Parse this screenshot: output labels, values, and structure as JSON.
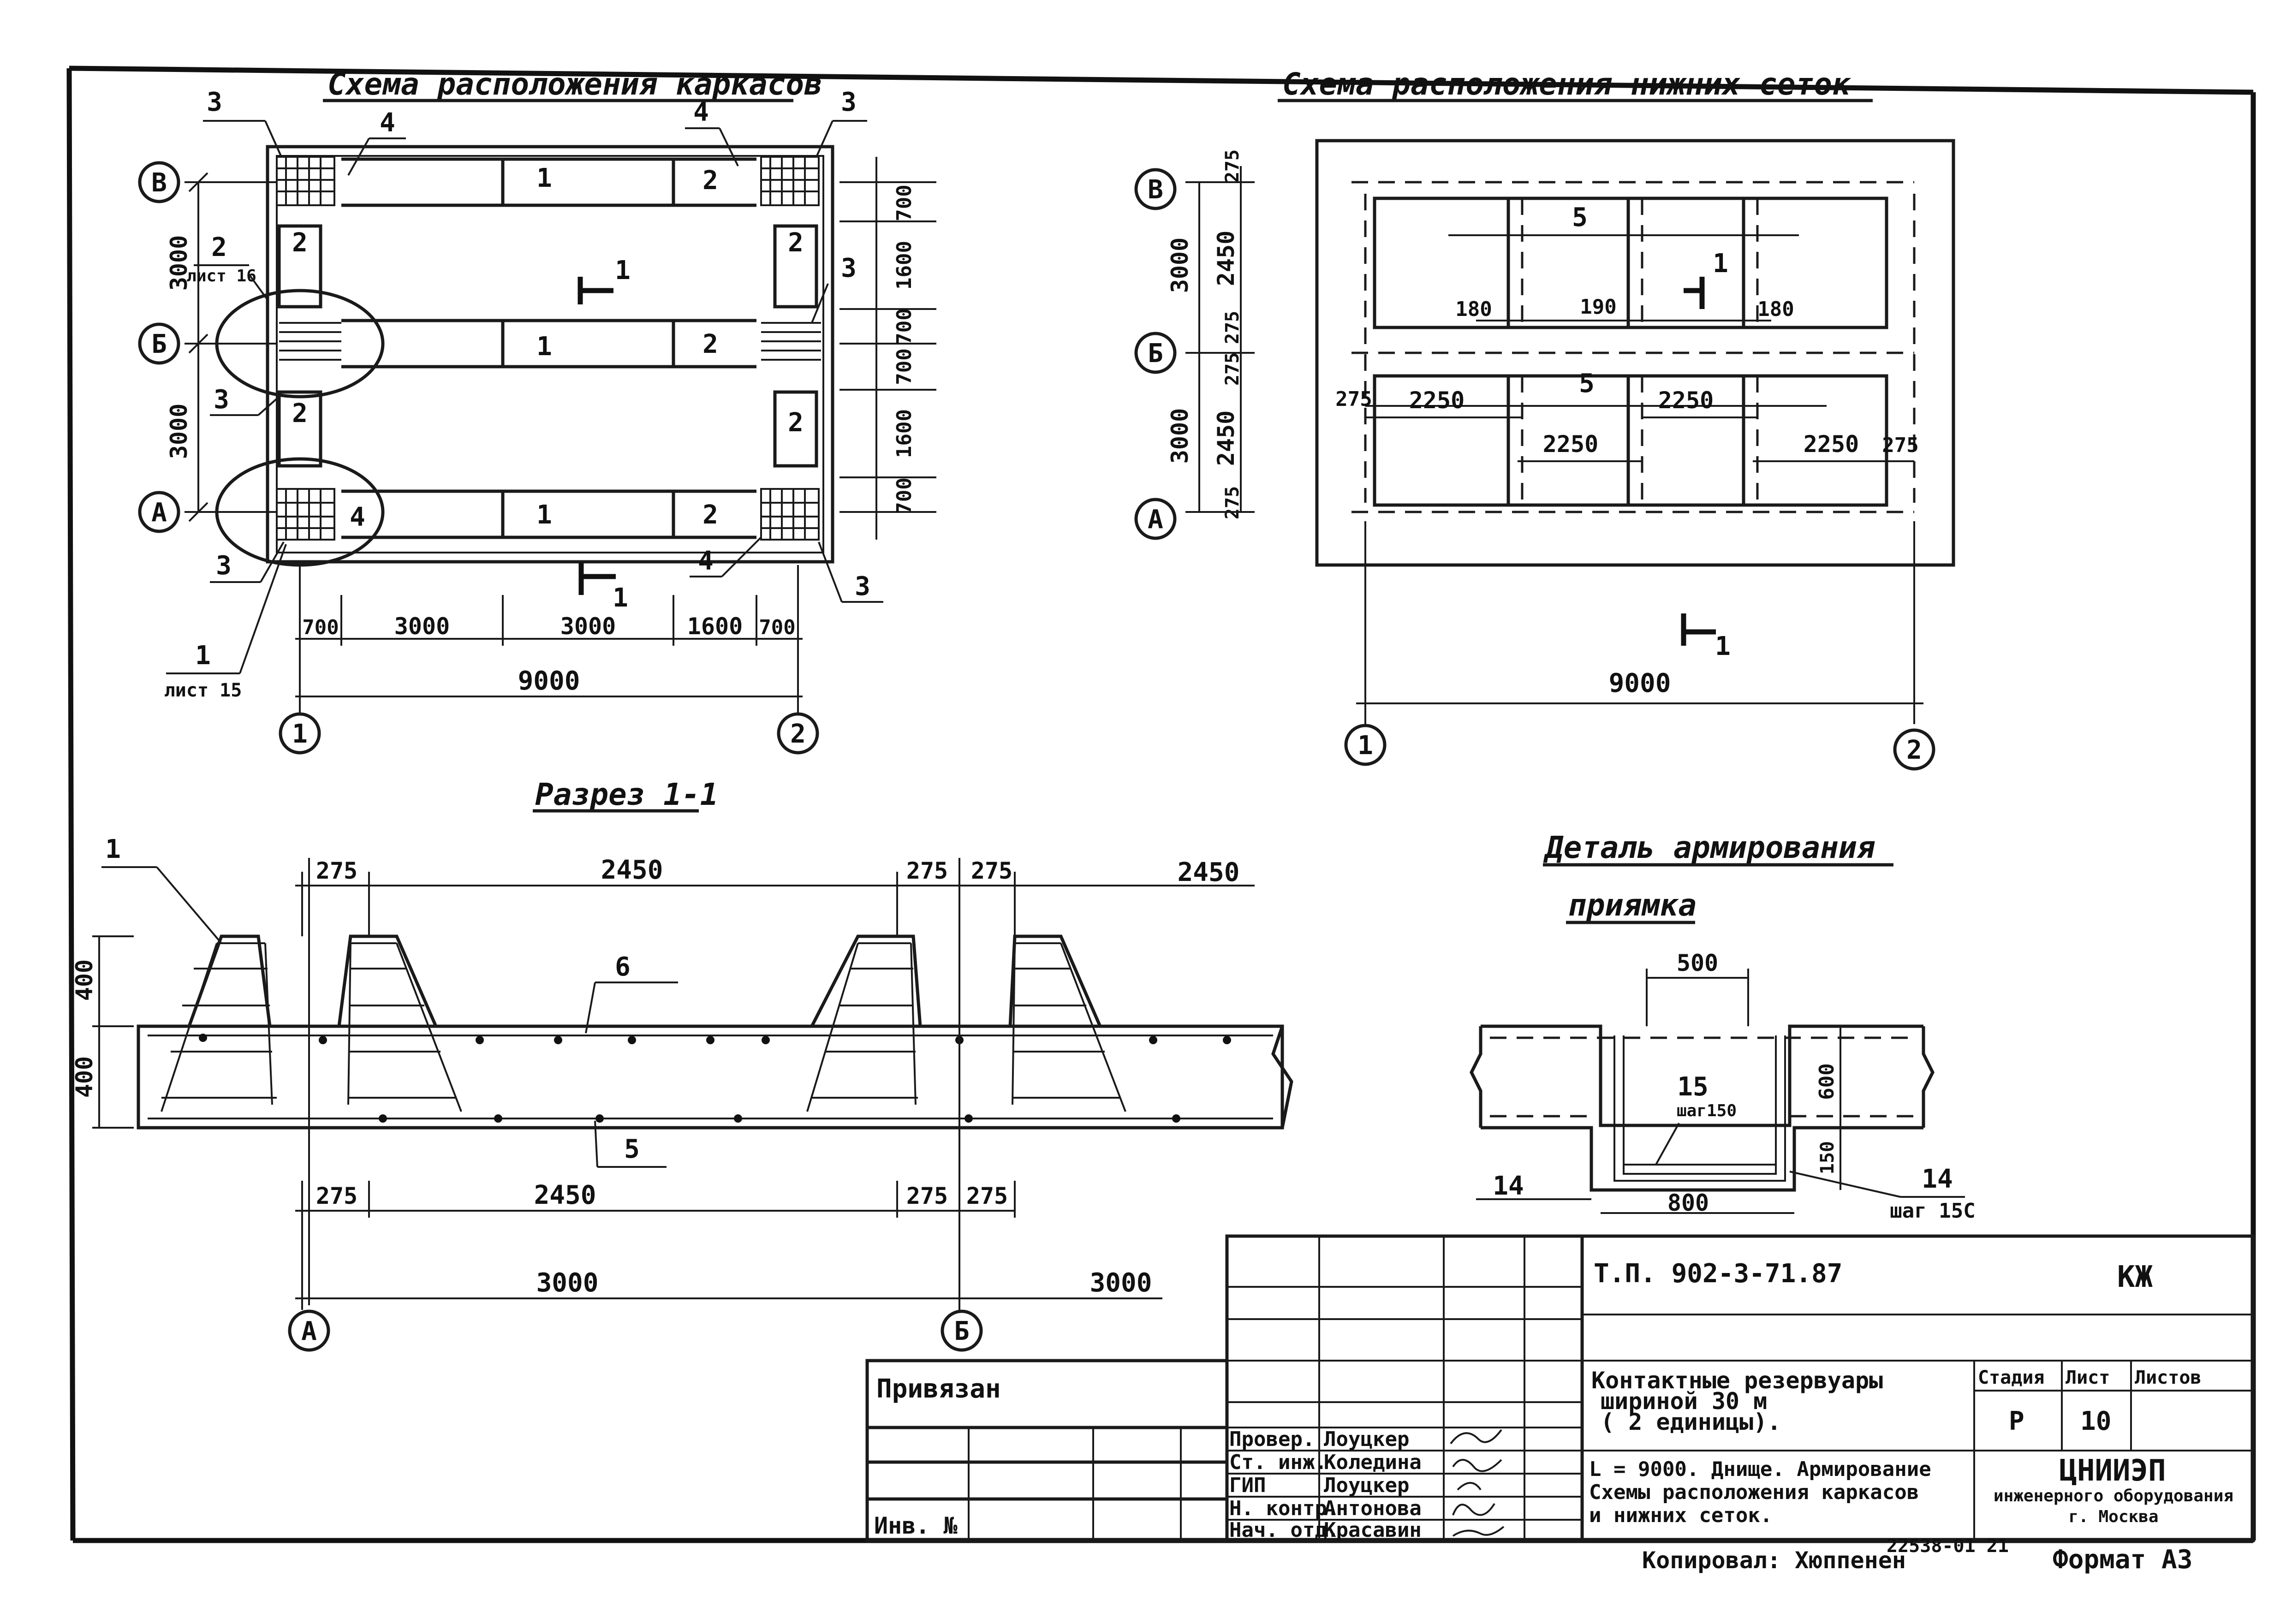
{
  "views": {
    "frames_plan": {
      "title": "Схема расположения каркасов",
      "axes_rows": [
        "В",
        "Б",
        "А"
      ],
      "axes_cols": [
        "1",
        "2"
      ],
      "dims_bottom": [
        "700",
        "3000",
        "3000",
        "1600",
        "700"
      ],
      "dim_total": "9000",
      "dims_left": [
        "3000",
        "3000"
      ],
      "dims_right": [
        "700",
        "1600",
        "700",
        "700",
        "1600",
        "700"
      ],
      "ref_sheet16_num": "2",
      "ref_sheet16_label": "лист 16",
      "ref_sheet15_num": "1",
      "ref_sheet15_label": "лист 15",
      "marks": {
        "m1": "1",
        "m2": "2",
        "m3": "3",
        "m4": "4"
      },
      "section_mark": "1"
    },
    "meshes_plan": {
      "title": "Схема расположения нижних сеток",
      "axes_rows": [
        "В",
        "Б",
        "А"
      ],
      "axes_cols": [
        "1",
        "2"
      ],
      "dims_left_outer": [
        "3000",
        "3000"
      ],
      "dims_left_inner": [
        "275",
        "2450",
        "275",
        "275",
        "2450",
        "275"
      ],
      "dims_top_row": [
        "180",
        "190",
        "180"
      ],
      "dims_bottom_row": [
        "275",
        "2250",
        "2250",
        "2250",
        "2250",
        "275"
      ],
      "mesh_mark": "5",
      "dim_total": "9000",
      "section_mark": "1"
    },
    "section": {
      "title": "Разрез 1-1",
      "dims_top": [
        "275",
        "2450",
        "275",
        "275",
        "2450"
      ],
      "dims_bottom": [
        "275",
        "2450",
        "275",
        "275"
      ],
      "dims_axes": [
        "3000",
        "3000"
      ],
      "dims_height": [
        "400",
        "400"
      ],
      "axes": [
        "А",
        "Б"
      ],
      "marks": {
        "frame": "1",
        "top_mesh": "6",
        "bottom_mesh": "5"
      }
    },
    "detail": {
      "title": "Деталь армирования",
      "subtitle": "приямка",
      "dim_top": "500",
      "dim_bottom": "800",
      "dim_depth": "600",
      "dim_cover": "150",
      "mark15": "15",
      "mark15_step": "шаг150",
      "mark14_left": "14",
      "mark14_right": "14",
      "mark14_step": "шаг 15С"
    }
  },
  "title_block": {
    "doc_code": "Т.П. 902-3-71.87",
    "doc_mark": "КЖ",
    "bound_label": "Привязан",
    "inv_label": "Инв. №",
    "roles": [
      "Провер.",
      "Ст. инж.",
      "ГИП",
      "Н. контр.",
      "Нач. отд."
    ],
    "names": [
      "Лоуцкер",
      "Коледина",
      "Лоуцкер",
      "Антонова",
      "Красавин"
    ],
    "title_lines": [
      "Контактные резервуары",
      "шириной    30 м",
      "( 2 единицы)."
    ],
    "subtitle_lines": [
      "L = 9000. Днище. Армирование",
      "Схемы расположения каркасов",
      "и нижних сеток."
    ],
    "stage_label": "Стадия",
    "sheet_label": "Лист",
    "sheets_label": "Листов",
    "stage_value": "Р",
    "sheet_value": "10",
    "org_name": "ЦНИИЭП",
    "org_line2": "инженерного оборудования",
    "org_line3": "г. Москва"
  },
  "footer": {
    "copied_by": "Копировал: Хюппенен",
    "order_no": "22538-01 21",
    "format": "Формат А3"
  }
}
